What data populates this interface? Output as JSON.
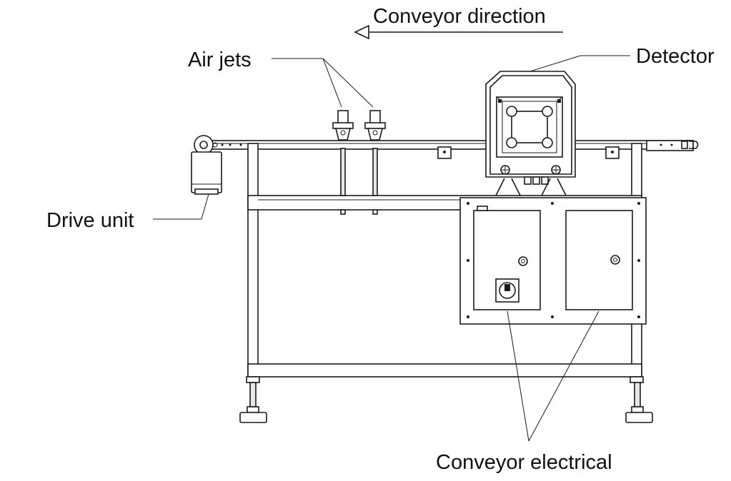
{
  "labels": {
    "conveyor_direction": "Conveyor direction",
    "air_jets": "Air jets",
    "detector": "Detector",
    "drive_unit": "Drive unit",
    "conveyor_electrical": "Conveyor electrical"
  }
}
